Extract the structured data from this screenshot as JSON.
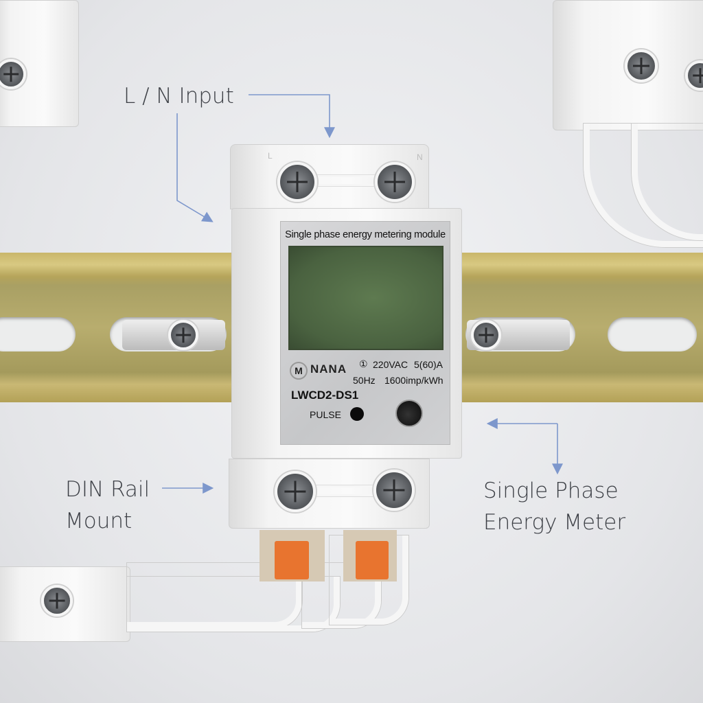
{
  "annotations": {
    "ln_input": "L / N Input",
    "din_rail_line1": "DIN Rail",
    "din_rail_line2": "Mount",
    "meter_line1": "Single Phase",
    "meter_line2": "Energy Meter"
  },
  "meter": {
    "header": "Single phase energy metering module",
    "brand": "NANA",
    "brand_mark": "M",
    "class_mark": "①",
    "voltage": "220VAC",
    "current": "5(60)A",
    "frequency": "50Hz",
    "constant": "1600imp/kWh",
    "model": "LWCD2-DS1",
    "pulse_label": "PULSE",
    "terminal_l": "L",
    "terminal_n": "N"
  },
  "colors": {
    "arrow": "#7d97cc",
    "lcd": "#56704a",
    "terminal": "#e8742f"
  }
}
